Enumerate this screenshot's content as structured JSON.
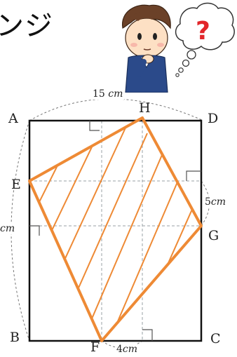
{
  "title": "ンジ",
  "thought_bubble": {
    "symbol": "?",
    "color": "#e2262a"
  },
  "points": {
    "A": "A",
    "B": "B",
    "C": "C",
    "D": "D",
    "E": "E",
    "F": "F",
    "G": "G",
    "H": "H"
  },
  "dimensions": {
    "top": {
      "num": "15",
      "unit": "cm"
    },
    "right": {
      "num": "5",
      "unit": "cm"
    },
    "left": {
      "num": "",
      "unit": "cm"
    },
    "bottom": {
      "num": "4",
      "unit": "cm"
    }
  },
  "colors": {
    "quad": "#ee8a35",
    "frame": "#111111",
    "guide": "#9aa0a6"
  }
}
